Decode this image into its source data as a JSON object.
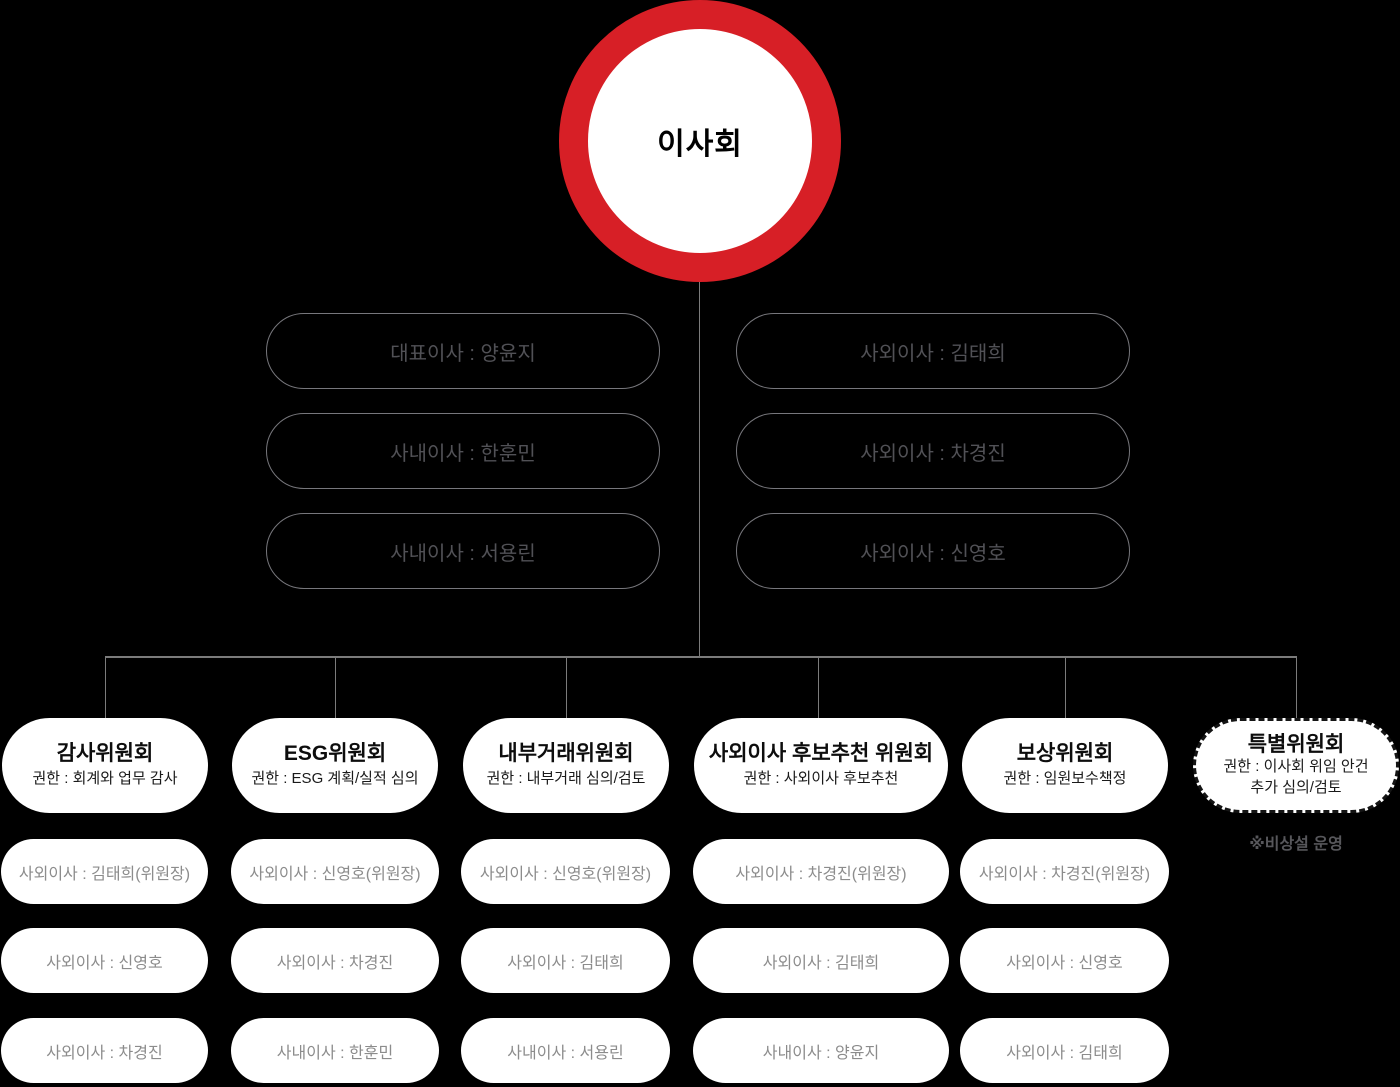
{
  "colors": {
    "background": "#000000",
    "accent_red": "#d71f26",
    "line_gray": "#7b7b7b",
    "director_border": "#77777c",
    "director_text": "#515156",
    "pill_bg": "#ffffff",
    "committee_text": "#0d0d0d",
    "member_text": "#8c8c8c",
    "note_text": "#57575b"
  },
  "board": {
    "label": "이사회"
  },
  "directors": {
    "left": [
      {
        "label": "대표이사 : 양윤지"
      },
      {
        "label": "사내이사 : 한훈민"
      },
      {
        "label": "사내이사 : 서용린"
      }
    ],
    "right": [
      {
        "label": "사외이사 : 김태희"
      },
      {
        "label": "사외이사 : 차경진"
      },
      {
        "label": "사외이사 : 신영호"
      }
    ]
  },
  "committees": [
    {
      "title": "감사위원회",
      "authority": "권한 : 회계와 업무 감사",
      "members": [
        "사외이사 : 김태희(위원장)",
        "사외이사 : 신영호",
        "사외이사 : 차경진"
      ]
    },
    {
      "title": "ESG위원회",
      "authority": "권한 : ESG 계획/실적 심의",
      "members": [
        "사외이사 : 신영호(위원장)",
        "사외이사 : 차경진",
        "사내이사 : 한훈민"
      ]
    },
    {
      "title": "내부거래위원회",
      "authority": "권한 : 내부거래 심의/검토",
      "members": [
        "사외이사 : 신영호(위원장)",
        "사외이사 : 김태희",
        "사내이사 : 서용린"
      ]
    },
    {
      "title": "사외이사 후보추천 위원회",
      "authority": "권한 : 사외이사 후보추천",
      "members": [
        "사외이사 : 차경진(위원장)",
        "사외이사 : 김태희",
        "사내이사 : 양윤지"
      ]
    },
    {
      "title": "보상위원회",
      "authority": "권한 : 임원보수책정",
      "members": [
        "사외이사 : 차경진(위원장)",
        "사외이사 : 신영호",
        "사외이사 : 김태희"
      ]
    },
    {
      "title": "특별위원회",
      "authority": "권한 : 이사회 위임 안건",
      "authority2": "추가 심의/검토",
      "note": "※비상설 운영",
      "members": []
    }
  ]
}
